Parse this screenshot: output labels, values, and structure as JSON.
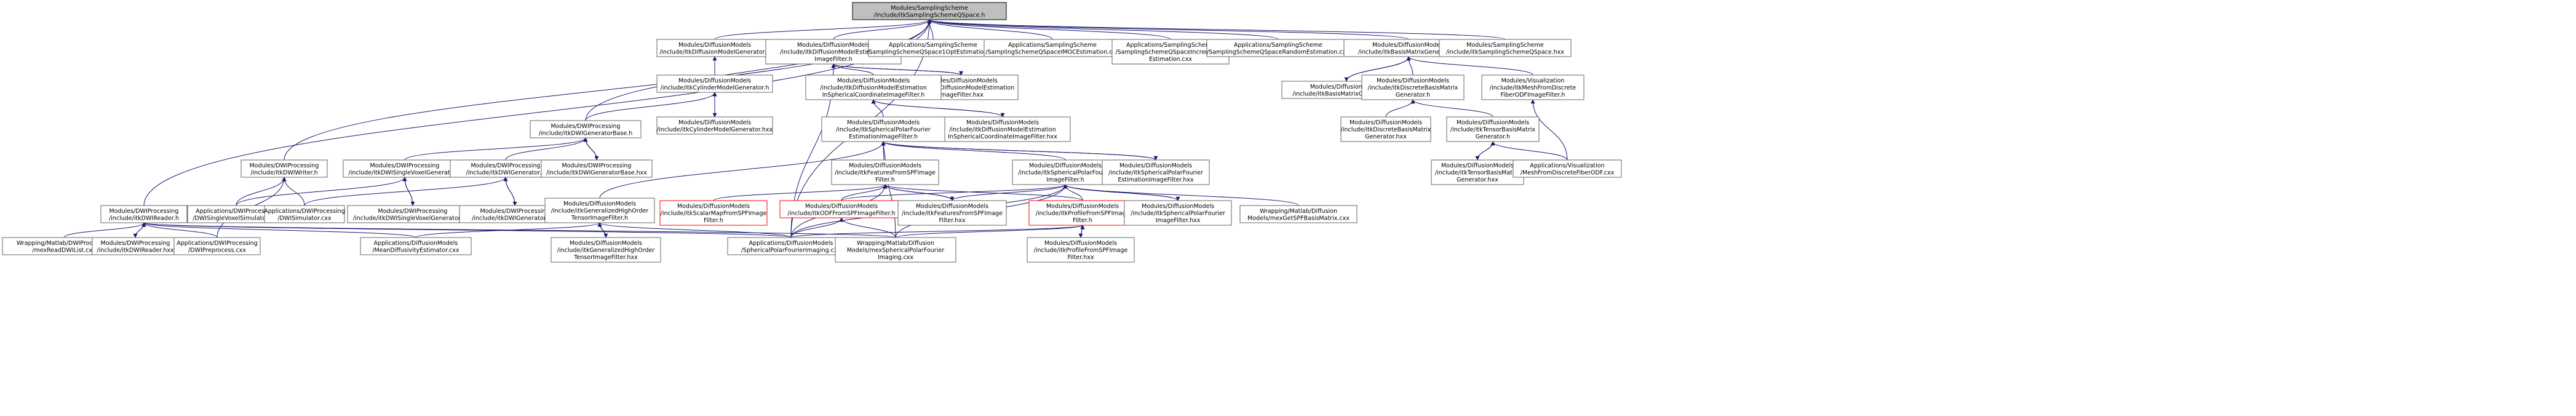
{
  "graph_title": "Modules/SamplingScheme/include/itkSamplingSchemeQSpace.h",
  "colors": {
    "edge": "#191970",
    "node_border": "#666666",
    "root_fill": "#bfbfbf",
    "highlight_border": "#ff0000"
  },
  "nodes": [
    {
      "id": "root",
      "lines": [
        "Modules/SamplingScheme",
        "/include/itkSamplingSchemeQSpace.h"
      ],
      "root": true
    },
    {
      "id": "dmg",
      "lines": [
        "Modules/DiffusionModels",
        "/include/itkDiffusionModelGenerator.h"
      ]
    },
    {
      "id": "dme",
      "lines": [
        "Modules/DiffusionModels",
        "/include/itkDiffusionModelEstimation",
        "ImageFilter.h"
      ]
    },
    {
      "id": "s1",
      "lines": [
        "Applications/SamplingScheme",
        "/SamplingSchemeQSpace1OptEstimation.cxx"
      ]
    },
    {
      "id": "s2",
      "lines": [
        "Applications/SamplingScheme",
        "/SamplingSchemeQSpaceIMOCEstimation.cxx"
      ]
    },
    {
      "id": "s3",
      "lines": [
        "Applications/SamplingScheme",
        "/SamplingSchemeQSpaceIncremental",
        "Estimation.cxx"
      ]
    },
    {
      "id": "s4",
      "lines": [
        "Applications/SamplingScheme",
        "/SamplingSchemeQSpaceRandomEstimation.cxx"
      ]
    },
    {
      "id": "bmg",
      "lines": [
        "Modules/DiffusionModels",
        "/include/itkBasisMatrixGenerator.h"
      ]
    },
    {
      "id": "rootx",
      "lines": [
        "Modules/SamplingScheme",
        "/include/itkSamplingSchemeQSpace.hxx"
      ]
    },
    {
      "id": "cmg",
      "lines": [
        "Modules/DiffusionModels",
        "/include/itkCylinderModelGenerator.h"
      ]
    },
    {
      "id": "dmex",
      "lines": [
        "Modules/DiffusionModels",
        "/include/itkDiffusionModelEstimation",
        "ImageFilter.hxx"
      ]
    },
    {
      "id": "sph",
      "lines": [
        "Modules/DiffusionModels",
        "/include/itkDiffusionModelEstimation",
        "InSphericalCoordinateImageFilter.h"
      ]
    },
    {
      "id": "bmgx",
      "lines": [
        "Modules/DiffusionModels",
        "/include/itkBasisMatrixGenerator.hxx"
      ]
    },
    {
      "id": "dbm",
      "lines": [
        "Modules/DiffusionModels",
        "/include/itkDiscreteBasisMatrix",
        "Generator.h"
      ]
    },
    {
      "id": "vmesh",
      "lines": [
        "Modules/Visualization",
        "/include/itkMeshFromDiscrete",
        "FiberODFImageFilter.h"
      ]
    },
    {
      "id": "cmgx",
      "lines": [
        "Modules/DiffusionModels",
        "/include/itkCylinderModelGenerator.hxx"
      ]
    },
    {
      "id": "sphx",
      "lines": [
        "Modules/DiffusionModels",
        "/include/itkDiffusionModelEstimation",
        "InSphericalCoordinateImageFilter.hxx"
      ]
    },
    {
      "id": "dwgb",
      "lines": [
        "Modules/DWIProcessing",
        "/include/itkDWIGeneratorBase.h"
      ]
    },
    {
      "id": "spfe",
      "lines": [
        "Modules/DiffusionModels",
        "/include/itkSphericalPolarFourier",
        "EstimationImageFilter.h"
      ]
    },
    {
      "id": "dbmx",
      "lines": [
        "Modules/DiffusionModels",
        "/include/itkDiscreteBasisMatrix",
        "Generator.hxx"
      ]
    },
    {
      "id": "tbm",
      "lines": [
        "Modules/DiffusionModels",
        "/include/itkTensorBasisMatrix",
        "Generator.h"
      ]
    },
    {
      "id": "dww",
      "lines": [
        "Modules/DWIProcessing",
        "/include/itkDWIWriter.h"
      ]
    },
    {
      "id": "svg",
      "lines": [
        "Modules/DWIProcessing",
        "/include/itkDWISingleVoxelGenerator.h"
      ]
    },
    {
      "id": "dwg",
      "lines": [
        "Modules/DWIProcessing",
        "/include/itkDWIGenerator.h"
      ]
    },
    {
      "id": "dwgbx",
      "lines": [
        "Modules/DWIProcessing",
        "/include/itkDWIGeneratorBase.hxx"
      ]
    },
    {
      "id": "ffs",
      "lines": [
        "Modules/DiffusionModels",
        "/include/itkFeaturesFromSPFImage",
        "Filter.h"
      ]
    },
    {
      "id": "spf",
      "lines": [
        "Modules/DiffusionModels",
        "/include/itkSphericalPolarFourier",
        "ImageFilter.h"
      ]
    },
    {
      "id": "spfex",
      "lines": [
        "Modules/DiffusionModels",
        "/include/itkSphericalPolarFourier",
        "EstimationImageFilter.hxx"
      ]
    },
    {
      "id": "tbmx",
      "lines": [
        "Modules/DiffusionModels",
        "/include/itkTensorBasisMatrix",
        "Generator.hxx"
      ]
    },
    {
      "id": "vmeshc",
      "lines": [
        "Applications/Visualization",
        "/MeshFromDiscreteFiberODF.cxx"
      ]
    },
    {
      "id": "dwr",
      "lines": [
        "Modules/DWIProcessing",
        "/include/itkDWIReader.h"
      ]
    },
    {
      "id": "ssim",
      "lines": [
        "Applications/DWIProcessing",
        "/DWISingleVoxelSimulator.cxx"
      ]
    },
    {
      "id": "dsim",
      "lines": [
        "Applications/DWIProcessing",
        "/DWISimulator.cxx"
      ]
    },
    {
      "id": "svgx",
      "lines": [
        "Modules/DWIProcessing",
        "/include/itkDWISingleVoxelGenerator.hxx"
      ]
    },
    {
      "id": "dwgx",
      "lines": [
        "Modules/DWIProcessing",
        "/include/itkDWIGenerator.hxx"
      ]
    },
    {
      "id": "ghot",
      "lines": [
        "Modules/DiffusionModels",
        "/include/itkGeneralizedHighOrder",
        "TensorImageFilter.h"
      ]
    },
    {
      "id": "smap",
      "lines": [
        "Modules/DiffusionModels",
        "/include/itkScalarMapFromSPFImage",
        "Filter.h"
      ],
      "red": true
    },
    {
      "id": "odf",
      "lines": [
        "Modules/DiffusionModels",
        "/include/itkODFFromSPFImageFilter.h"
      ],
      "red": true
    },
    {
      "id": "ffsx",
      "lines": [
        "Modules/DiffusionModels",
        "/include/itkFeaturesFromSPFImage",
        "Filter.hxx"
      ]
    },
    {
      "id": "prof",
      "lines": [
        "Modules/DiffusionModels",
        "/include/itkProfileFromSPFImage",
        "Filter.h"
      ],
      "red": true
    },
    {
      "id": "spfx",
      "lines": [
        "Modules/DiffusionModels",
        "/include/itkSphericalPolarFourier",
        "ImageFilter.hxx"
      ]
    },
    {
      "id": "wmex",
      "lines": [
        "Wrapping/Matlab/Diffusion",
        "Models/mexGetSPFBasisMatrix.cxx"
      ]
    },
    {
      "id": "rdl",
      "lines": [
        "Wrapping/Matlab/DWIProcessing",
        "/mexReadDWIList.cxx"
      ]
    },
    {
      "id": "dwrx",
      "lines": [
        "Modules/DWIProcessing",
        "/include/itkDWIReader.hxx"
      ]
    },
    {
      "id": "dpre",
      "lines": [
        "Applications/DWIProcessing",
        "/DWIPreprocess.cxx"
      ]
    },
    {
      "id": "mde",
      "lines": [
        "Applications/DiffusionModels",
        "/MeanDiffusivityEstimator.cxx"
      ]
    },
    {
      "id": "ghotx",
      "lines": [
        "Modules/DiffusionModels",
        "/include/itkGeneralizedHighOrder",
        "TensorImageFilter.hxx"
      ]
    },
    {
      "id": "spfi",
      "lines": [
        "Applications/DiffusionModels",
        "/SphericalPolarFourierImaging.cxx"
      ]
    },
    {
      "id": "mexs",
      "lines": [
        "Wrapping/Matlab/Diffusion",
        "Models/mexSphericalPolarFourier",
        "Imaging.cxx"
      ]
    },
    {
      "id": "profx",
      "lines": [
        "Modules/DiffusionModels",
        "/include/itkProfileFromSPFImage",
        "Filter.hxx"
      ]
    }
  ]
}
